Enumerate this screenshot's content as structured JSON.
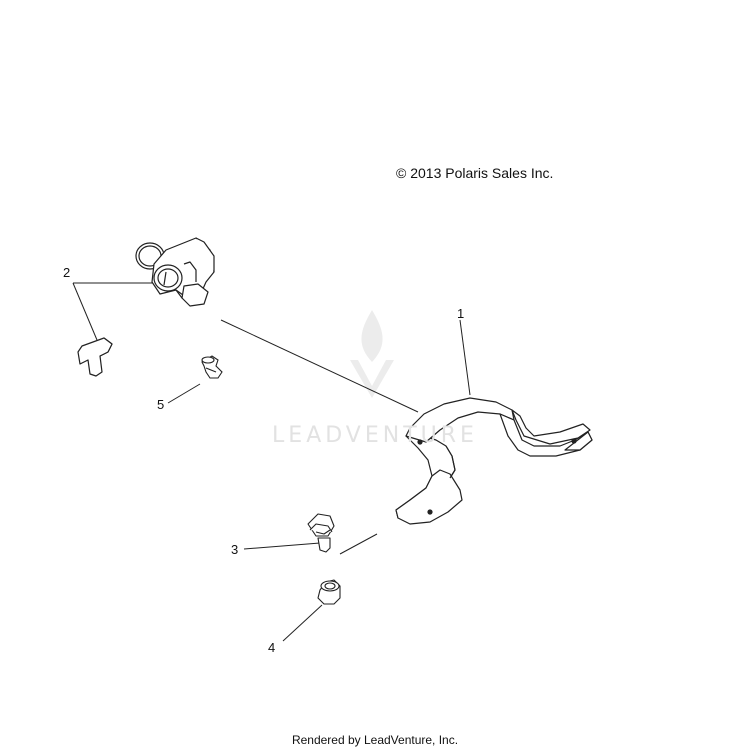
{
  "copyright": "© 2013 Polaris Sales Inc.",
  "callouts": [
    "1",
    "2",
    "3",
    "4",
    "5"
  ],
  "watermark": "LEADVENTURE",
  "footer": "Rendered by LeadVenture, Inc.",
  "colors": {
    "line": "#222222",
    "watermark": "#e2e2e2"
  }
}
